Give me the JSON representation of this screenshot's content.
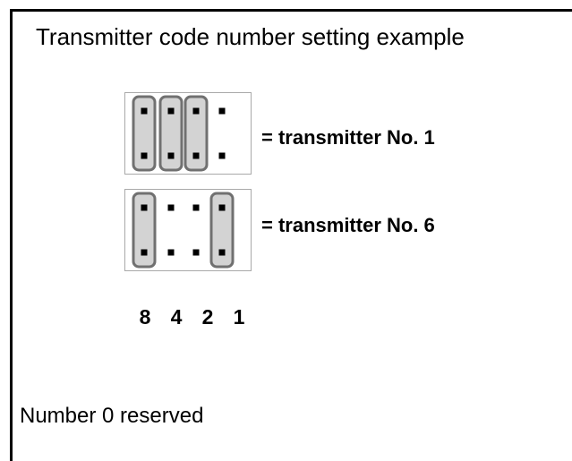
{
  "title": "Transmitter code number setting example",
  "examples": [
    {
      "label": "= transmitter No. 1",
      "bridged": [
        true,
        true,
        true,
        false
      ]
    },
    {
      "label": "= transmitter No. 6",
      "bridged": [
        true,
        false,
        false,
        true
      ]
    }
  ],
  "bit_weights": [
    "8",
    "4",
    "2",
    "1"
  ],
  "footer": "Number 0 reserved",
  "colors": {
    "jumper_fill": "#d3d3d3",
    "jumper_stroke": "#707070",
    "pin": "#000000",
    "box_border": "#a9a9a9"
  }
}
